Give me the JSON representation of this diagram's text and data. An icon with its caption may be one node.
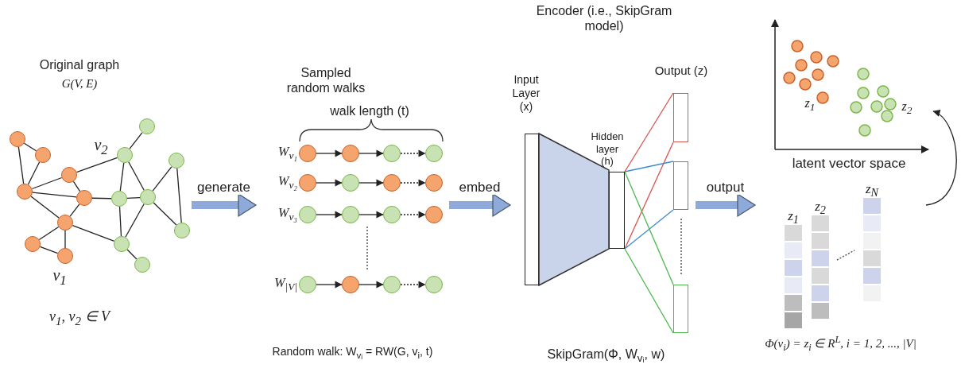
{
  "diagram": {
    "nodes": [
      {
        "text": [
          "Original graph",
          "G(V, E)",
          "v$_{1}$, v$_{2}$ ∈ V"
        ]
      },
      {
        "text": [],
        "shape": "circle",
        "in": 0
      },
      {
        "text": [],
        "shape": "circle",
        "in": 0
      },
      {
        "text": [],
        "shape": "circle",
        "in": 0
      },
      {
        "text": [],
        "shape": "circle",
        "in": 0
      },
      {
        "text": [],
        "shape": "circle",
        "in": 0
      },
      {
        "text": [],
        "shape": "circle",
        "in": 0,
        "beside": [
          "v$_{1}$"
        ]
      },
      {
        "text": [],
        "shape": "circle",
        "in": 0
      },
      {
        "text": [],
        "shape": "circle",
        "in": 0
      },
      {
        "text": [],
        "shape": "circle",
        "in": 0
      },
      {
        "text": [],
        "shape": "circle",
        "in": 0
      },
      {
        "text": [],
        "shape": "circle",
        "in": 0,
        "beside": [
          "v$_{2}$"
        ]
      },
      {
        "text": [],
        "shape": "circle",
        "in": 0
      },
      {
        "text": [],
        "shape": "circle",
        "in": 0
      },
      {
        "text": [],
        "shape": "circle",
        "in": 0
      },
      {
        "text": [],
        "shape": "circle",
        "in": 0
      },
      {
        "text": [],
        "shape": "circle",
        "in": 0
      },
      {
        "text": [
          "Sampled random walks",
          "Random walk: W$_{vᵢ}$ = RW(G, v$_{i}$, t)"
        ]
      },
      {
        "text": [],
        "shape": "circle",
        "in": 17,
        "beside": [
          "W$_{v₁}$"
        ]
      },
      {
        "text": [],
        "shape": "circle",
        "in": 17
      },
      {
        "text": [],
        "shape": "circle",
        "in": 17
      },
      {
        "text": [],
        "shape": "circle",
        "in": 17
      },
      {
        "text": [],
        "shape": "circle",
        "in": 17,
        "beside": [
          "W$_{v₂}$"
        ]
      },
      {
        "text": [],
        "shape": "circle",
        "in": 17
      },
      {
        "text": [],
        "shape": "circle",
        "in": 17
      },
      {
        "text": [],
        "shape": "circle",
        "in": 17
      },
      {
        "text": [],
        "shape": "circle",
        "in": 17,
        "beside": [
          "W$_{v₃}$"
        ]
      },
      {
        "text": [],
        "shape": "circle",
        "in": 17
      },
      {
        "text": [],
        "shape": "circle",
        "in": 17
      },
      {
        "text": [],
        "shape": "circle",
        "in": 17
      },
      {
        "text": [],
        "shape": "circle",
        "in": 17,
        "beside": [
          "W$_{|V|}$"
        ]
      },
      {
        "text": [],
        "shape": "circle",
        "in": 17
      },
      {
        "text": [],
        "shape": "circle",
        "in": 17
      },
      {
        "text": [],
        "shape": "circle",
        "in": 17
      },
      {
        "text": [
          "Encoder (i.e., SkipGram model)",
          "SkipGram(Φ, W$_{vᵢ}$, w)"
        ]
      },
      {
        "text": [
          "Input Layer (x)"
        ],
        "in": 34
      },
      {
        "text": [
          "Hidden layer (h)"
        ],
        "in": 34
      },
      {
        "text": [],
        "shape": "box",
        "in": 34
      },
      {
        "text": [],
        "shape": "box",
        "in": 34
      },
      {
        "text": [],
        "shape": "box",
        "in": 34
      },
      {
        "text": [
          "latent vector space"
        ]
      },
      {
        "text": [
          "Φ(v$_{i}$) = z$_{i}$ ∈ R$^{L}$, i = 1, 2, ..., |V|"
        ]
      },
      {
        "text": [
          "z$_{1}$"
        ],
        "in": 41
      },
      {
        "text": [
          "z$_{2}$"
        ],
        "in": 41
      },
      {
        "text": [
          "z$_{N}$"
        ],
        "in": 41
      },
      {
        "text": [],
        "shape": "trapezoid",
        "in": 34
      }
    ],
    "edges": [
      {
        "from": 1,
        "to": 4,
        "arrow": "none"
      },
      {
        "from": 1,
        "to": 2,
        "arrow": "none"
      },
      {
        "from": 4,
        "to": 2,
        "arrow": "none"
      },
      {
        "from": 7,
        "to": 2,
        "arrow": "none"
      },
      {
        "from": 7,
        "to": 8,
        "arrow": "none"
      },
      {
        "from": 7,
        "to": 11,
        "arrow": "none"
      },
      {
        "from": 2,
        "to": 8,
        "arrow": "none"
      },
      {
        "from": 2,
        "to": 5,
        "arrow": "none"
      },
      {
        "from": 8,
        "to": 5,
        "arrow": "none"
      },
      {
        "from": 8,
        "to": 9,
        "arrow": "none"
      },
      {
        "from": 5,
        "to": 3,
        "arrow": "none"
      },
      {
        "from": 5,
        "to": 6,
        "arrow": "none"
      },
      {
        "from": 3,
        "to": 6,
        "arrow": "none"
      },
      {
        "from": 5,
        "to": 10,
        "arrow": "none"
      },
      {
        "from": 11,
        "to": 13,
        "arrow": "none"
      },
      {
        "from": 11,
        "to": 9,
        "arrow": "none"
      },
      {
        "from": 11,
        "to": 14,
        "arrow": "none"
      },
      {
        "from": 9,
        "to": 14,
        "arrow": "none"
      },
      {
        "from": 9,
        "to": 10,
        "arrow": "none"
      },
      {
        "from": 14,
        "to": 10,
        "arrow": "none"
      },
      {
        "from": 14,
        "to": 15,
        "arrow": "none"
      },
      {
        "from": 14,
        "to": 16,
        "arrow": "none"
      },
      {
        "from": 15,
        "to": 16,
        "arrow": "none"
      },
      {
        "from": 10,
        "to": 12,
        "arrow": "none"
      },
      {
        "from": 18,
        "to": 19,
        "arrow": "to"
      },
      {
        "from": 19,
        "to": 20,
        "arrow": "to"
      },
      {
        "from": 20,
        "to": 21,
        "arrow": "to",
        "style": "dashed"
      },
      {
        "from": 22,
        "to": 23,
        "arrow": "to"
      },
      {
        "from": 23,
        "to": 24,
        "arrow": "to"
      },
      {
        "from": 24,
        "to": 25,
        "arrow": "to",
        "style": "dashed"
      },
      {
        "from": 26,
        "to": 27,
        "arrow": "to"
      },
      {
        "from": 27,
        "to": 28,
        "arrow": "to"
      },
      {
        "from": 28,
        "to": 29,
        "arrow": "to",
        "style": "dashed"
      },
      {
        "from": 30,
        "to": 31,
        "arrow": "to"
      },
      {
        "from": 31,
        "to": 32,
        "arrow": "to"
      },
      {
        "from": 32,
        "to": 33,
        "arrow": "to",
        "style": "dashed"
      },
      {
        "from": 36,
        "to": 37,
        "arrow": "none",
        "color": "#d9534f"
      },
      {
        "from": 36,
        "to": 37,
        "arrow": "none",
        "color": "#d9534f"
      },
      {
        "from": 36,
        "to": 38,
        "arrow": "none",
        "color": "#3c8dd0"
      },
      {
        "from": 36,
        "to": 38,
        "arrow": "none",
        "color": "#3c8dd0"
      },
      {
        "from": 36,
        "to": 39,
        "arrow": "none",
        "color": "#4cb84c"
      },
      {
        "from": 36,
        "to": 39,
        "arrow": "none",
        "color": "#4cb84c"
      },
      {
        "from": 0,
        "to": 17,
        "arrow": "to",
        "label": "generate",
        "style": "thick",
        "color": "#8eaadb"
      },
      {
        "from": 17,
        "to": 34,
        "arrow": "to",
        "label": "embed",
        "style": "thick",
        "color": "#8eaadb"
      },
      {
        "from": 34,
        "to": 41,
        "arrow": "to",
        "label": "output",
        "style": "thick",
        "color": "#8eaadb"
      },
      {
        "from": 41,
        "to": 40,
        "arrow": "to"
      }
    ],
    "labels": [
      "walk length (t)",
      "Output (z)",
      "z$_{1}$",
      "z$_{2}$"
    ]
  }
}
